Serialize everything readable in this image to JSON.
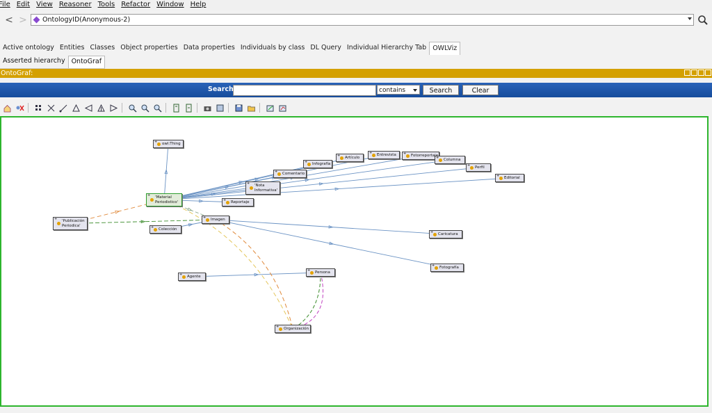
{
  "menu": [
    "File",
    "Edit",
    "View",
    "Reasoner",
    "Tools",
    "Refactor",
    "Window",
    "Help"
  ],
  "nav": {
    "back": "<",
    "forward": ">",
    "ontology": "OntologyID(Anonymous-2)"
  },
  "tabs": [
    "Active ontology",
    "Entities",
    "Classes",
    "Object properties",
    "Data properties",
    "Individuals by class",
    "DL Query",
    "Individual Hierarchy Tab",
    "OWLViz"
  ],
  "active_tab": "OWLViz",
  "subtabs": [
    "Asserted hierarchy",
    "OntoGraf"
  ],
  "active_subtab": "OntoGraf",
  "panel_title": "OntoGraf:",
  "search": {
    "label": "Search:",
    "value": "",
    "mode": "contains",
    "search_button": "Search",
    "clear_button": "Clear"
  },
  "graph": {
    "nodes": [
      {
        "id": "owl_thing",
        "label": "owl:Thing"
      },
      {
        "id": "material",
        "label": "'Material Periodistico'"
      },
      {
        "id": "publicacion",
        "label": "'Publicación Periodica'"
      },
      {
        "id": "coleccion",
        "label": "Colección"
      },
      {
        "id": "imagen",
        "label": "Imagen"
      },
      {
        "id": "reportaje",
        "label": "Reportaje"
      },
      {
        "id": "nota",
        "label": "'Nota Informativa'"
      },
      {
        "id": "comentario",
        "label": "Comentario"
      },
      {
        "id": "infografia",
        "label": "Infografía"
      },
      {
        "id": "articulo",
        "label": "Artículo"
      },
      {
        "id": "entrevista",
        "label": "Entrevista"
      },
      {
        "id": "fotorreportaje",
        "label": "Fotorreportaje"
      },
      {
        "id": "columna",
        "label": "Columna"
      },
      {
        "id": "perfil",
        "label": "Perfil"
      },
      {
        "id": "editorial",
        "label": "Editorial"
      },
      {
        "id": "caricatura",
        "label": "Caricatura"
      },
      {
        "id": "fotografia",
        "label": "Fotografía"
      },
      {
        "id": "agente",
        "label": "Agente"
      },
      {
        "id": "persona",
        "label": "Persona"
      },
      {
        "id": "organizacion",
        "label": "Organización"
      }
    ]
  },
  "colors": {
    "accent_bar": "#d4a000",
    "search_bar": "#1f57a8",
    "canvas_border": "#2db52d",
    "edge": "#6b93c4",
    "node_dot": "#e3a200"
  }
}
